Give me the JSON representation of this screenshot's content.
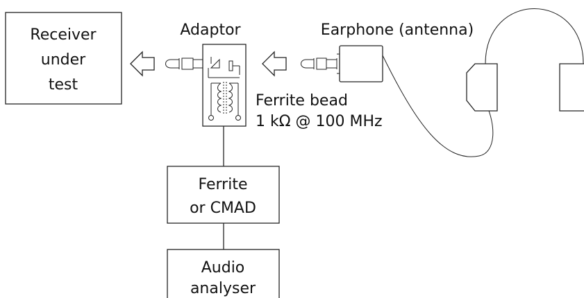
{
  "labels": {
    "receiver": [
      "Receiver",
      "under",
      "test"
    ],
    "adaptor": "Adaptor",
    "earphone": "Earphone (antenna)",
    "ferrite_bead": [
      "Ferrite bead",
      "1 kΩ @ 100 MHz"
    ],
    "ferrite_cmad": [
      "Ferrite",
      "or CMAD"
    ],
    "audio_analyser": [
      "Audio",
      "analyser"
    ]
  }
}
